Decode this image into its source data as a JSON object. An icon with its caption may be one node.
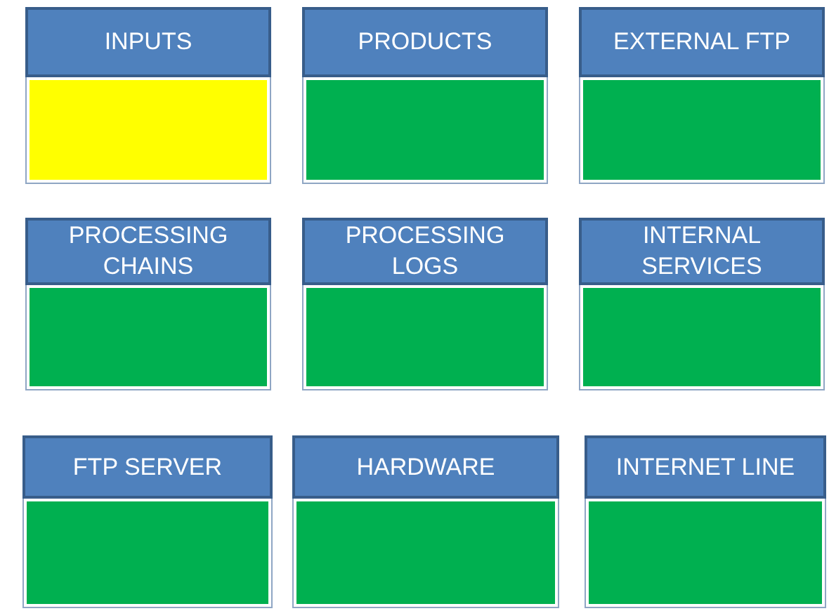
{
  "diagram": {
    "nodes": [
      {
        "text": [
          "INPUTS"
        ]
      },
      {
        "text": [],
        "shape": "box",
        "in": 0
      },
      {
        "text": [
          "PRODUCTS"
        ]
      },
      {
        "text": [],
        "shape": "box",
        "in": 2
      },
      {
        "text": [
          "EXTERNAL FTP"
        ]
      },
      {
        "text": [],
        "shape": "box",
        "in": 4
      },
      {
        "text": [
          "PROCESSING CHAINS"
        ]
      },
      {
        "text": [],
        "shape": "box",
        "in": 6
      },
      {
        "text": [
          "PROCESSING LOGS"
        ]
      },
      {
        "text": [],
        "shape": "box",
        "in": 8
      },
      {
        "text": [
          "INTERNAL SERVICES"
        ]
      },
      {
        "text": [],
        "shape": "box",
        "in": 10
      },
      {
        "text": [
          "FTP SERVER"
        ]
      },
      {
        "text": [],
        "shape": "box",
        "in": 12
      },
      {
        "text": [
          "HARDWARE"
        ]
      },
      {
        "text": [],
        "shape": "box",
        "in": 14
      },
      {
        "text": [
          "INTERNET LINE"
        ]
      },
      {
        "text": [],
        "shape": "box",
        "in": 16
      }
    ]
  }
}
